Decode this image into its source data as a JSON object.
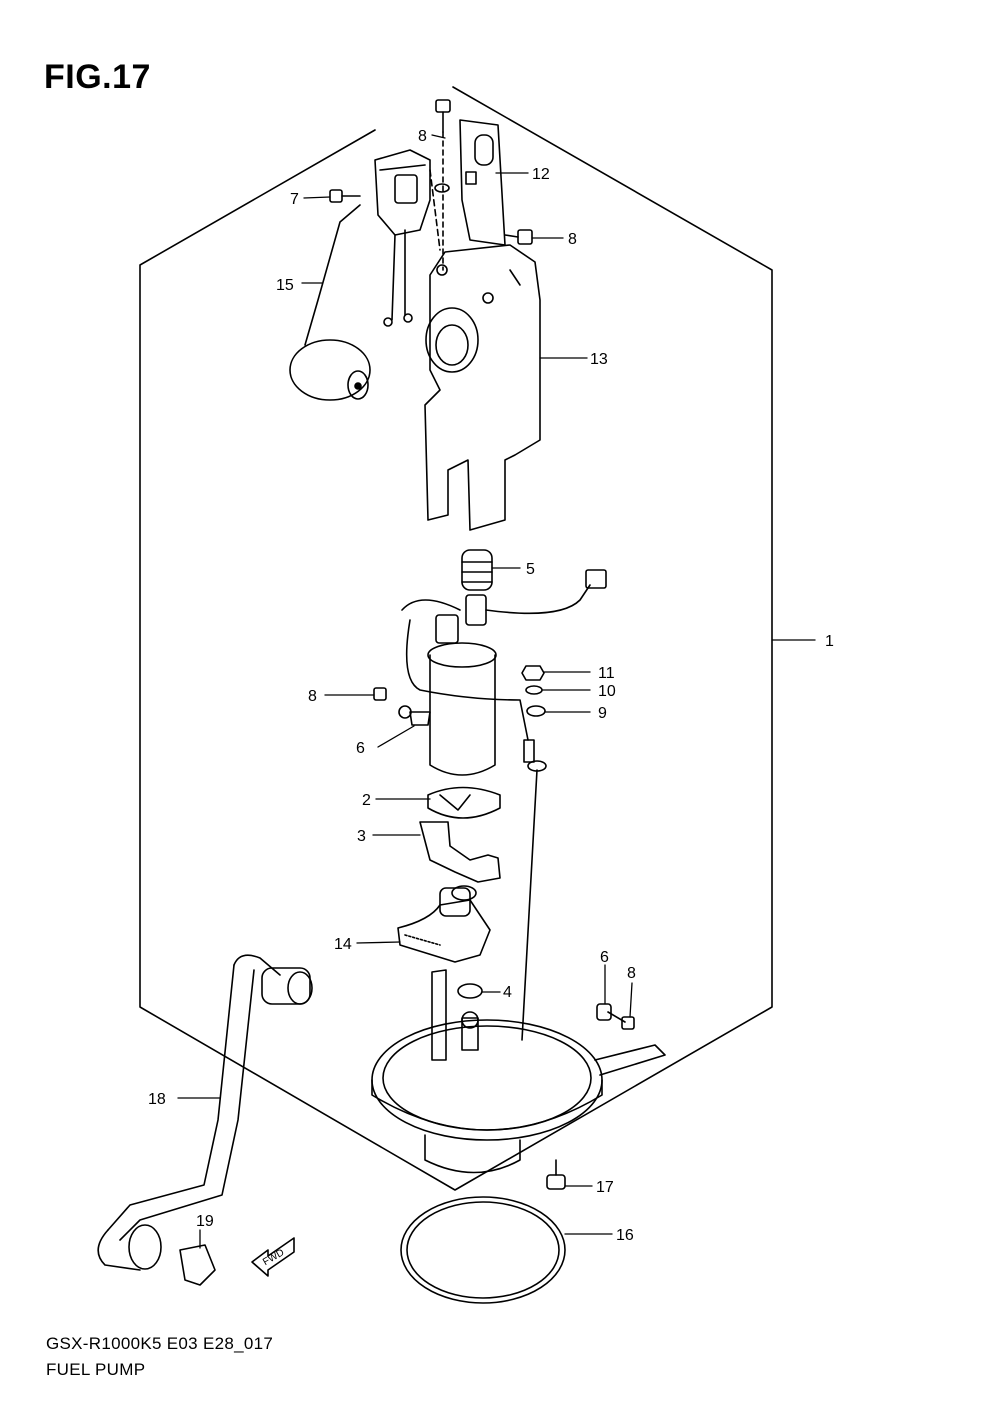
{
  "figure": {
    "title": "FIG.17"
  },
  "footer": {
    "model_code": "GSX-R1000K5 E03 E28_017",
    "diagram_name": "FUEL PUMP"
  },
  "fwd_arrow": {
    "label": "FWD"
  },
  "callouts": [
    "8",
    "12",
    "7",
    "8",
    "15",
    "13",
    "5",
    "1",
    "11",
    "10",
    "9",
    "8",
    "6",
    "2",
    "3",
    "14",
    "6",
    "8",
    "4",
    "18",
    "17",
    "19",
    "16"
  ]
}
